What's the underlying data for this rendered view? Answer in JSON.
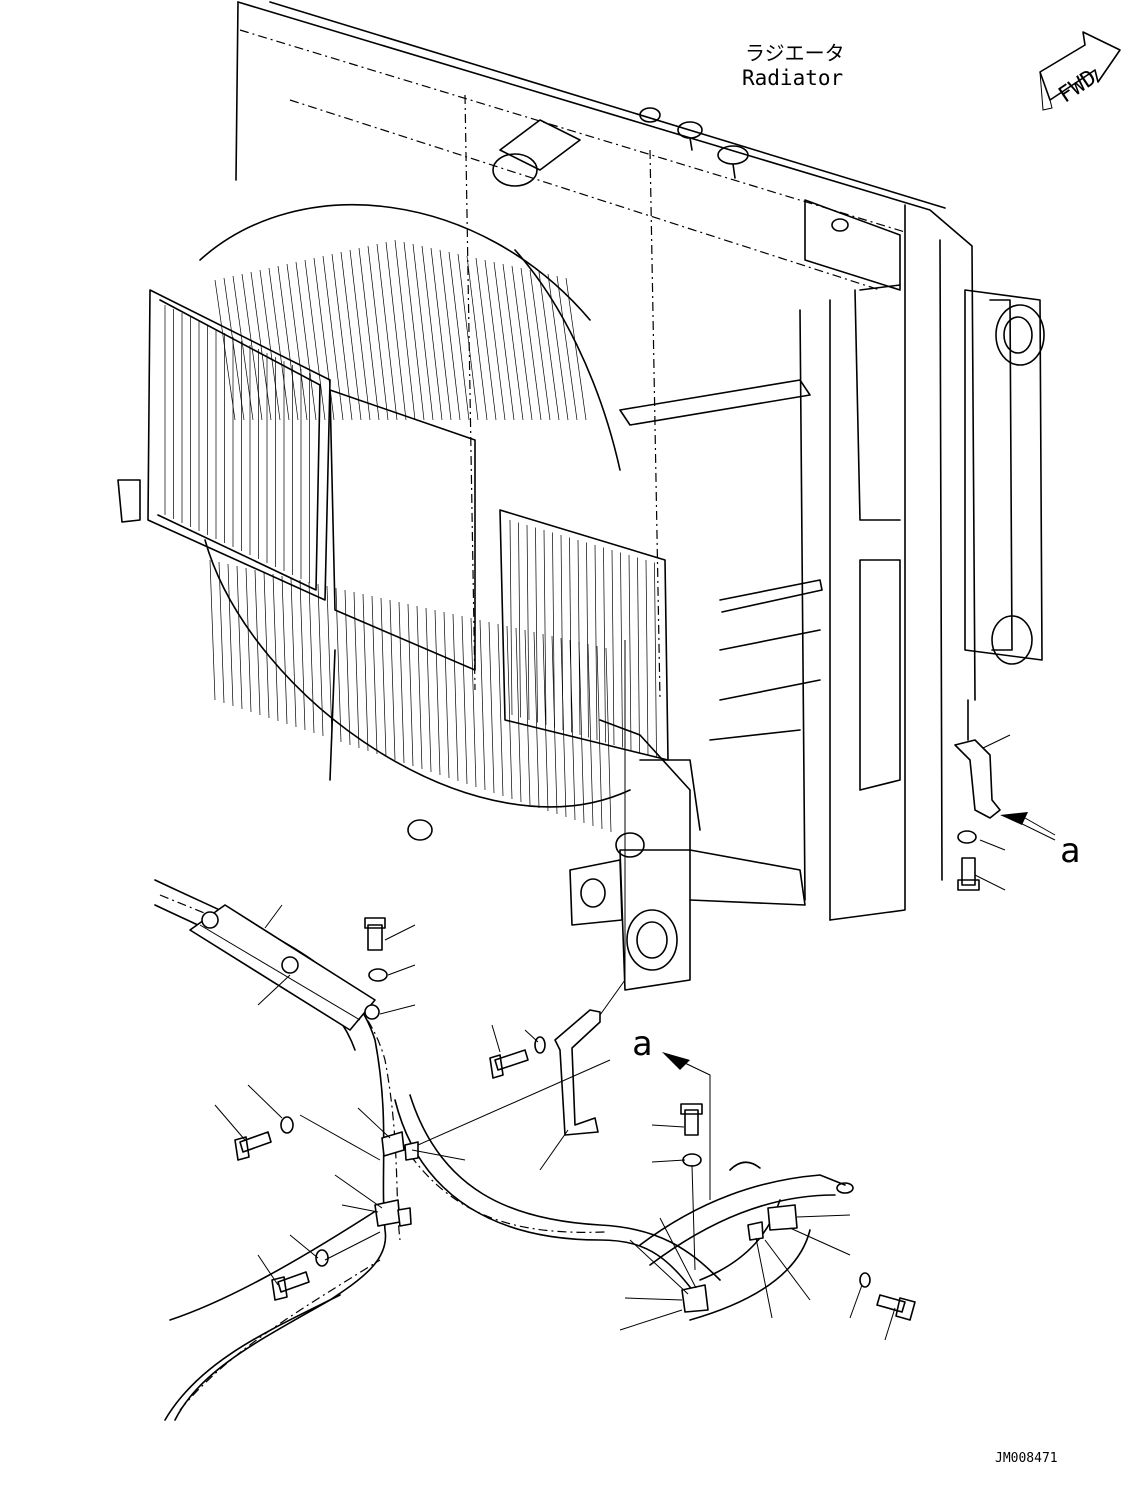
{
  "labels": {
    "radiator_jp": "ラジエータ",
    "radiator_en": "Radiator",
    "fwd": "FWD",
    "view_mark_a": "a",
    "view_mark_a2": "a",
    "drawing_number": "JM008471"
  }
}
